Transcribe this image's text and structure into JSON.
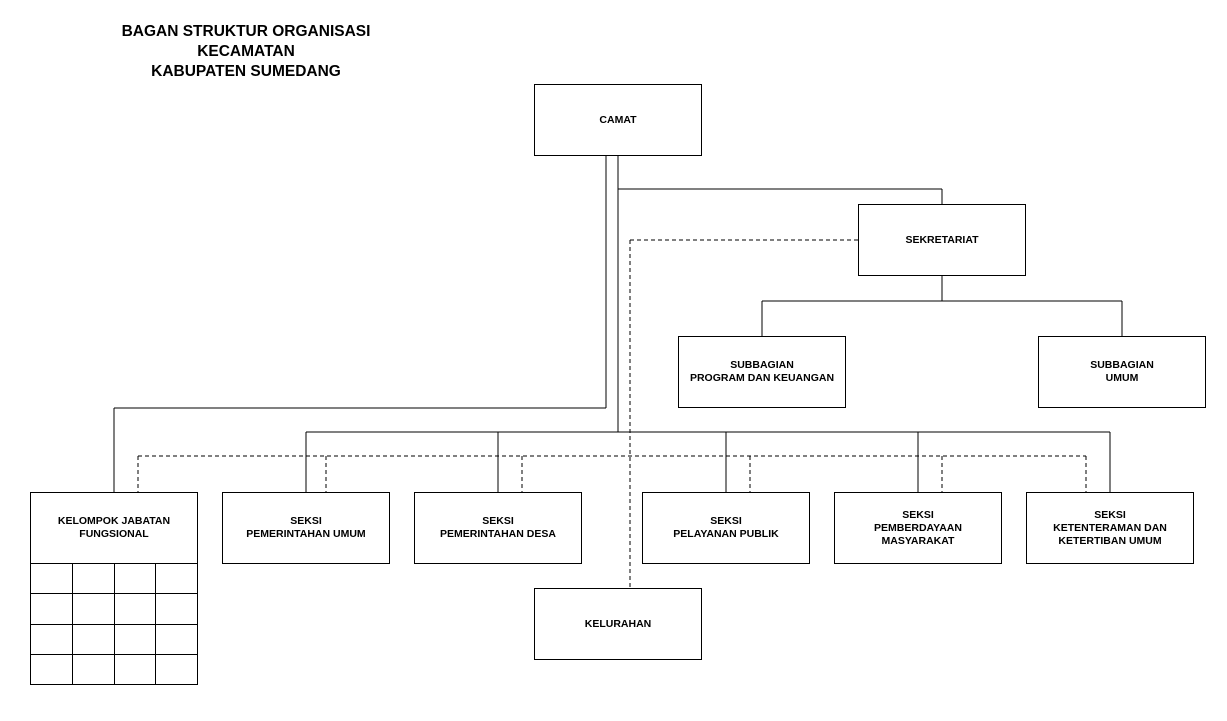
{
  "title": {
    "line1": "BAGAN STRUKTUR ORGANISASI",
    "line2": "KECAMATAN",
    "line3": "KABUPATEN SUMEDANG"
  },
  "nodes": {
    "camat": "CAMAT",
    "sekretariat": "SEKRETARIAT",
    "subbagian_program": "SUBBAGIAN\nPROGRAM DAN KEUANGAN",
    "subbagian_umum": "SUBBAGIAN\nUMUM",
    "kelompok_jabatan": "KELOMPOK JABATAN\nFUNGSIONAL",
    "seksi_pemerintahan_umum": "SEKSI\nPEMERINTAHAN UMUM",
    "seksi_pemerintahan_desa": "SEKSI\nPEMERINTAHAN DESA",
    "seksi_pelayanan_publik": "SEKSI\nPELAYANAN PUBLIK",
    "seksi_pemberdayaan": "SEKSI\nPEMBERDAYAAN\nMASYARAKAT",
    "seksi_ketenteraman": "SEKSI\nKETENTERAMAN DAN\nKETERTIBAN UMUM",
    "kelurahan": "KELURAHAN"
  }
}
